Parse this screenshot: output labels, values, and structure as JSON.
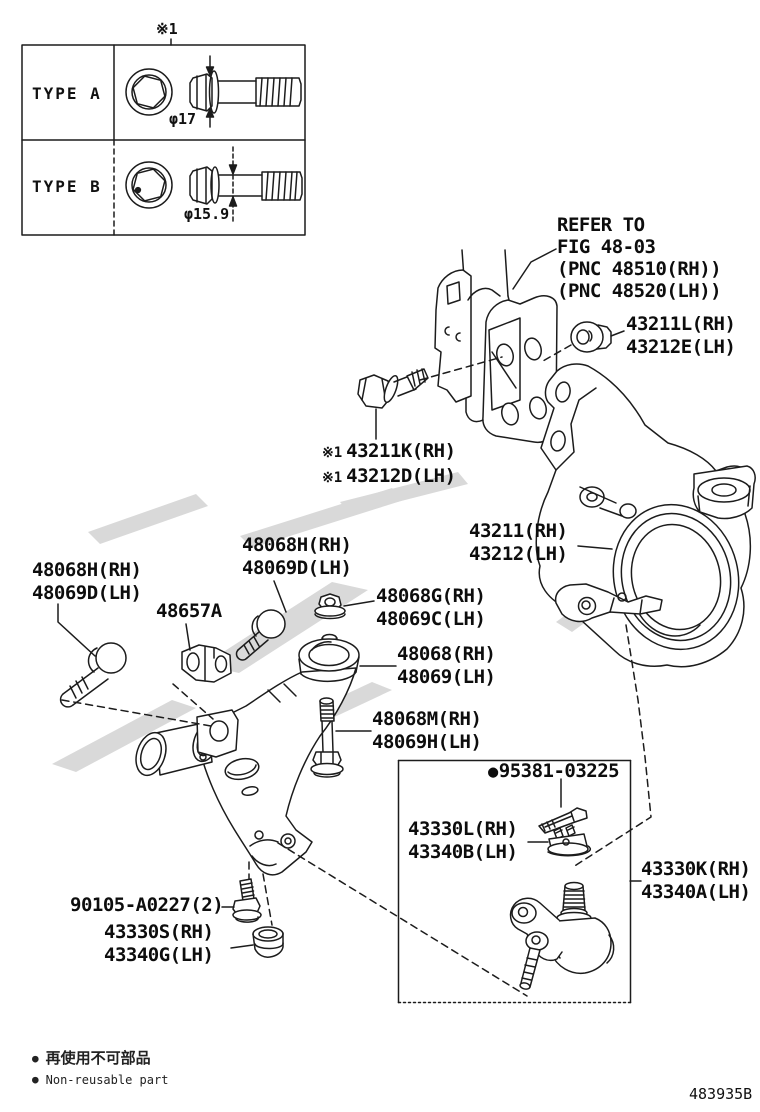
{
  "doc_number": "483935B",
  "footnote_mark": "※1",
  "type_table": {
    "rows": [
      {
        "type": "TYPE A",
        "dia": "φ17"
      },
      {
        "type": "TYPE B",
        "dia": "φ15.9"
      }
    ]
  },
  "callouts": {
    "refer_to": {
      "lines": [
        "REFER TO",
        "FIG 48-03",
        "(PNC 48510(RH))",
        "(PNC 48520(LH))"
      ]
    },
    "strut_nut": {
      "lines": [
        "43211L(RH)",
        "43212E(LH)"
      ]
    },
    "strut_bolt": {
      "prefix": "※1",
      "lines": [
        "43211K(RH)",
        "43212D(LH)"
      ]
    },
    "knuckle": {
      "lines": [
        "43211(RH)",
        "43212(LH)"
      ]
    },
    "arm_front_bolt": {
      "lines": [
        "48068H(RH)",
        "48069D(LH)"
      ]
    },
    "arm_rear_bolt": {
      "lines": [
        "48068H(RH)",
        "48069D(LH)"
      ]
    },
    "arm_bushing": {
      "lines": [
        "48657A"
      ]
    },
    "arm_nut": {
      "lines": [
        "48068G(RH)",
        "48069C(LH)"
      ]
    },
    "lower_arm": {
      "lines": [
        "48068(RH)",
        "48069(LH)"
      ]
    },
    "arm_long_bolt": {
      "lines": [
        "48068M(RH)",
        "48069H(LH)"
      ]
    },
    "balljoint_set_bolt": {
      "bullet": "●",
      "lines": [
        "95381-03225"
      ]
    },
    "balljoint_attachment": {
      "lines": [
        "43330L(RH)",
        "43340B(LH)"
      ]
    },
    "balljoint_assy": {
      "lines": [
        "43330K(RH)",
        "43340A(LH)"
      ]
    },
    "arm_set_bolt": {
      "lines": [
        "90105-A0227(2)"
      ]
    },
    "balljoint_cap": {
      "lines": [
        "43330S(RH)",
        "43340G(LH)"
      ]
    }
  },
  "legend": {
    "bullet": "●",
    "jp": "再使用不可部品",
    "en": "Non-reusable part"
  }
}
